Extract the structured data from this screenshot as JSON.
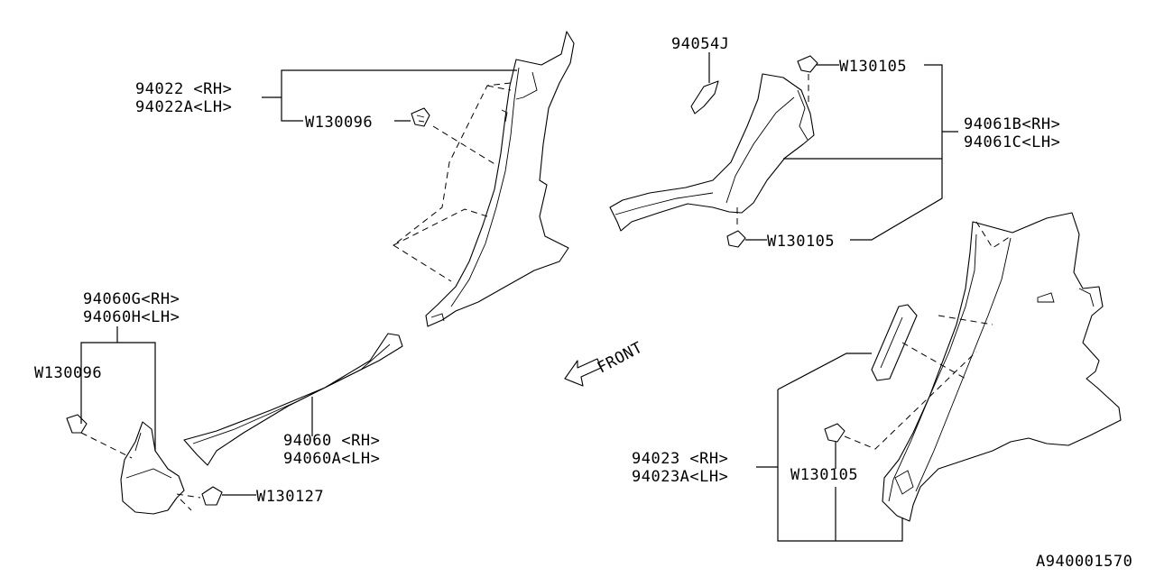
{
  "labels": {
    "p94022": "94022 <RH>",
    "p94022a": "94022A<LH>",
    "w130096_top": "W130096",
    "p94054j": "94054J",
    "w130105_top": "W130105",
    "p94061b": "94061B<RH>",
    "p94061c": "94061C<LH>",
    "w130105_mid": "W130105",
    "p94060g": "94060G<RH>",
    "p94060h": "94060H<LH>",
    "w130096_left": "W130096",
    "p94060": "94060 <RH>",
    "p94060a": "94060A<LH>",
    "w130127": "W130127",
    "front": "FRONT",
    "p94023": "94023 <RH>",
    "p94023a": "94023A<LH>",
    "w130105_bot": "W130105",
    "diagram_id": "A940001570"
  },
  "icons": {
    "front_arrow": "front-arrow-icon",
    "clip": "clip-fastener-icon"
  }
}
